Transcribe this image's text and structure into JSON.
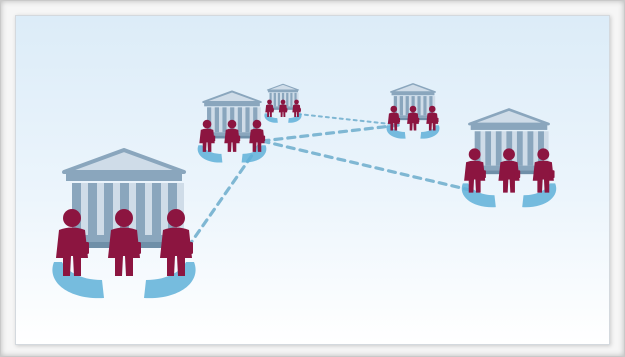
{
  "diagram": {
    "colors": {
      "building": "#8aa6bd",
      "building_shadow": "#6f8fa8",
      "building_light": "#cfdce8",
      "person": "#8c1540",
      "ground": "#5fb0d8",
      "link": "#7fb7d3"
    },
    "icon": "bank-building-with-people",
    "nodes": [
      {
        "id": "node-large",
        "people": 3
      },
      {
        "id": "node-medium",
        "people": 3
      },
      {
        "id": "node-small-1",
        "people": 3
      },
      {
        "id": "node-tiny",
        "people": 3
      },
      {
        "id": "node-small-2",
        "people": 3
      }
    ],
    "links": [
      [
        "node-large",
        "node-medium"
      ],
      [
        "node-medium",
        "node-small-1"
      ],
      [
        "node-medium",
        "node-small-2"
      ],
      [
        "node-tiny",
        "node-small-2"
      ]
    ]
  }
}
